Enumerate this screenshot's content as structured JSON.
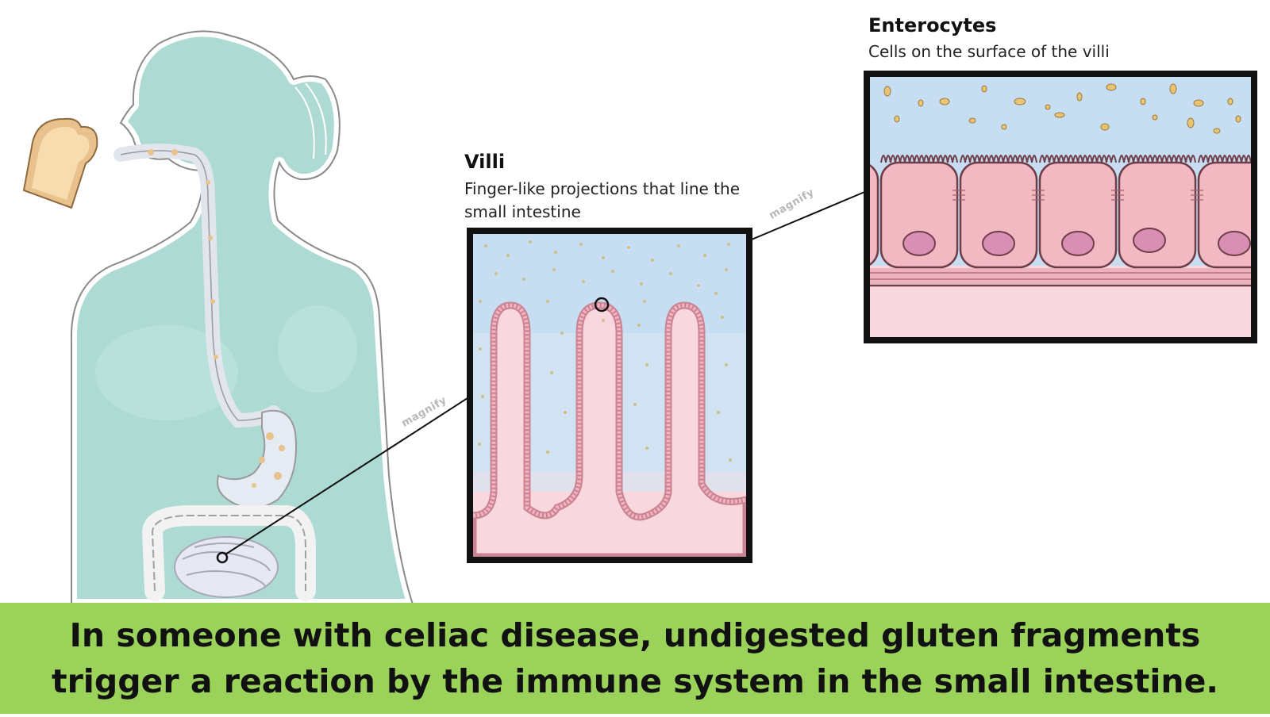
{
  "villi": {
    "title": "Villi",
    "description": "Finger-like projections that line the small intestine"
  },
  "enterocytes": {
    "title": "Enterocytes",
    "description": "Cells on the surface of the villi"
  },
  "watermark": "magnify",
  "caption": {
    "line1": "In someone with celiac disease, undigested gluten fragments",
    "line2": "trigger a reaction by the immune system in the small intestine."
  },
  "colors": {
    "body_silhouette": "#a7d8d0",
    "tissue_pink": "#f7c9d3",
    "lumen_blue": "#c4dcf0",
    "caption_bar": "#9bd25a",
    "bread": "#e8c48f"
  }
}
